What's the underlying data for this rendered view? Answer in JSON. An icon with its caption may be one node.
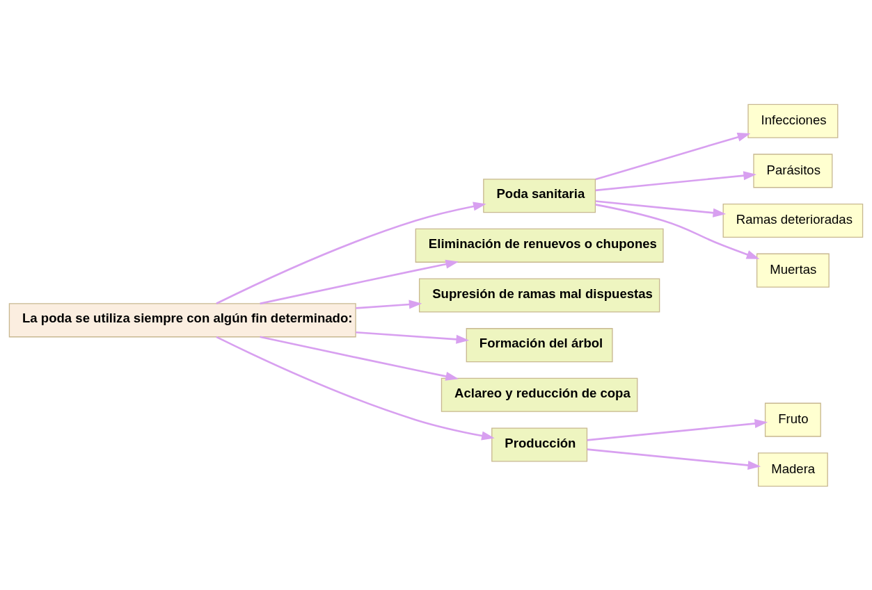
{
  "diagram": {
    "nodes": [
      {
        "text": [
          "La poda se utiliza siempre con algún fin determinado:"
        ]
      },
      {
        "text": [
          "Poda sanitaria"
        ]
      },
      {
        "text": [
          "Infecciones"
        ]
      },
      {
        "text": [
          "Parásitos"
        ]
      },
      {
        "text": [
          "Ramas deterioradas"
        ]
      },
      {
        "text": [
          "Muertas"
        ]
      },
      {
        "text": [
          "Eliminación de renuevos o chupones"
        ]
      },
      {
        "text": [
          "Supresión de ramas mal dispuestas"
        ]
      },
      {
        "text": [
          "Formación del árbol"
        ]
      },
      {
        "text": [
          "Aclareo y reducción de copa"
        ]
      },
      {
        "text": [
          "Producción"
        ]
      },
      {
        "text": [
          "Fruto"
        ]
      },
      {
        "text": [
          "Madera"
        ]
      }
    ],
    "edges": [
      {
        "from": 0,
        "to": 1,
        "arrow": "to"
      },
      {
        "from": 0,
        "to": 6,
        "arrow": "to"
      },
      {
        "from": 0,
        "to": 7,
        "arrow": "to"
      },
      {
        "from": 0,
        "to": 8,
        "arrow": "to"
      },
      {
        "from": 0,
        "to": 9,
        "arrow": "to"
      },
      {
        "from": 0,
        "to": 10,
        "arrow": "to"
      },
      {
        "from": 1,
        "to": 2,
        "arrow": "to"
      },
      {
        "from": 1,
        "to": 3,
        "arrow": "to"
      },
      {
        "from": 1,
        "to": 4,
        "arrow": "to"
      },
      {
        "from": 1,
        "to": 5,
        "arrow": "to"
      },
      {
        "from": 10,
        "to": 11,
        "arrow": "to"
      },
      {
        "from": 10,
        "to": 12,
        "arrow": "to"
      }
    ]
  }
}
